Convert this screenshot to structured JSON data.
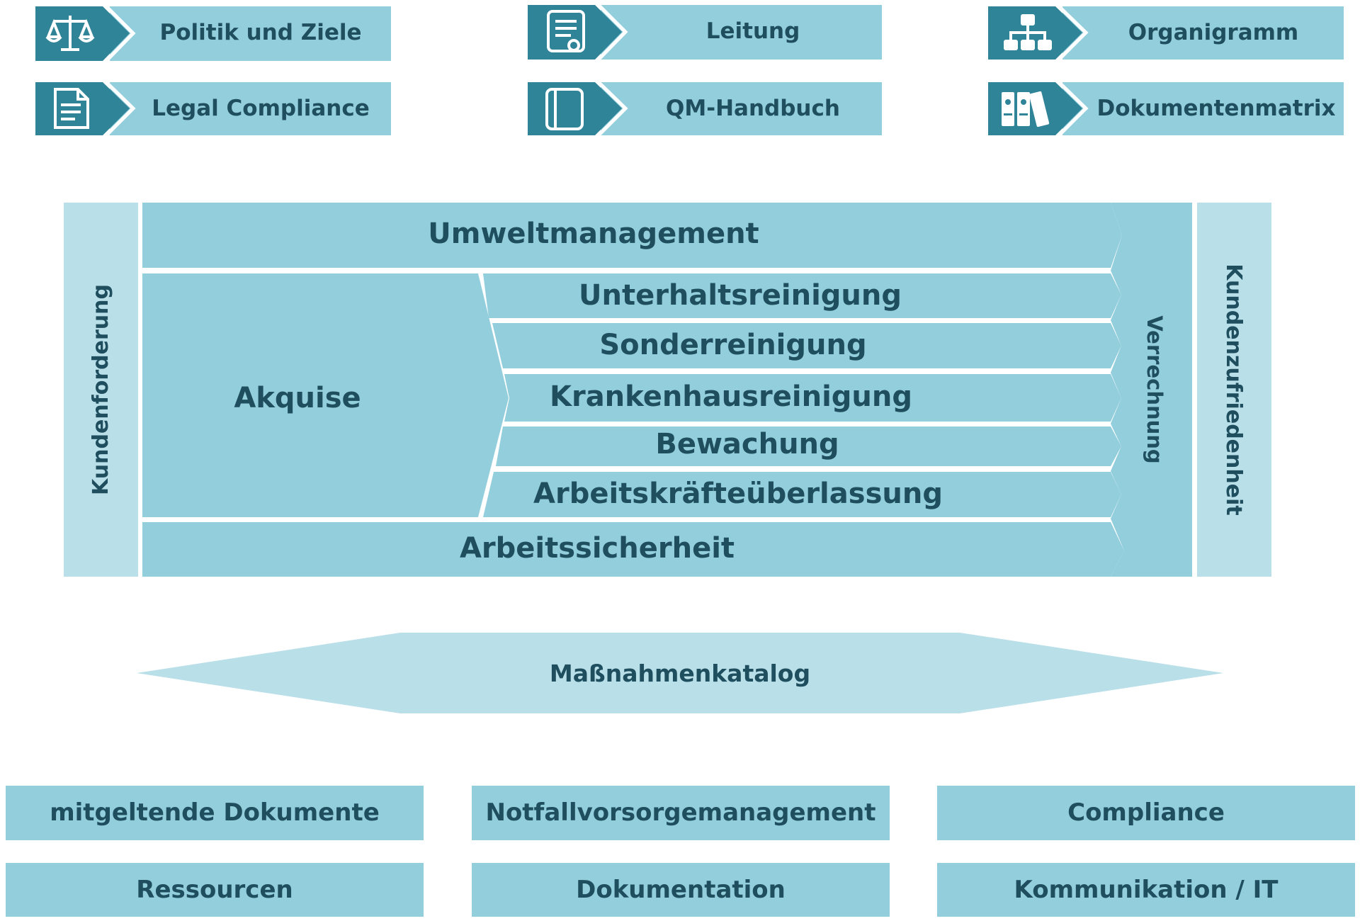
{
  "colors": {
    "dark_teal": "#2f8498",
    "light_teal": "#93cedd",
    "pale_teal": "#b9dfe9",
    "text": "#1f4e5f",
    "background": "#ffffff"
  },
  "top_links": [
    {
      "label": "Politik und Ziele",
      "icon": "scales-icon"
    },
    {
      "label": "Leitung",
      "icon": "certificate-icon"
    },
    {
      "label": "Organigramm",
      "icon": "org-chart-icon"
    },
    {
      "label": "Legal Compliance",
      "icon": "document-icon"
    },
    {
      "label": "QM-Handbuch",
      "icon": "book-icon"
    },
    {
      "label": "Dokumentenmatrix",
      "icon": "binders-icon"
    }
  ],
  "process": {
    "left_label": "Kundenforderung",
    "right_label": "Kundenzufriedenheit",
    "billing_label": "Verrechnung",
    "top_band": "Umweltmanagement",
    "acquisition": "Akquise",
    "services": [
      "Unterhaltsreinigung",
      "Sonderreinigung",
      "Krankenhausreinigung",
      "Bewachung",
      "Arbeitskräfteüberlassung"
    ],
    "bottom_band": "Arbeitssicherheit"
  },
  "catalog": "Maßnahmenkatalog",
  "support_boxes": [
    "mitgeltende Dokumente",
    "Notfallvorsorgemanagement",
    "Compliance",
    "Ressourcen",
    "Dokumentation",
    "Kommunikation / IT"
  ]
}
